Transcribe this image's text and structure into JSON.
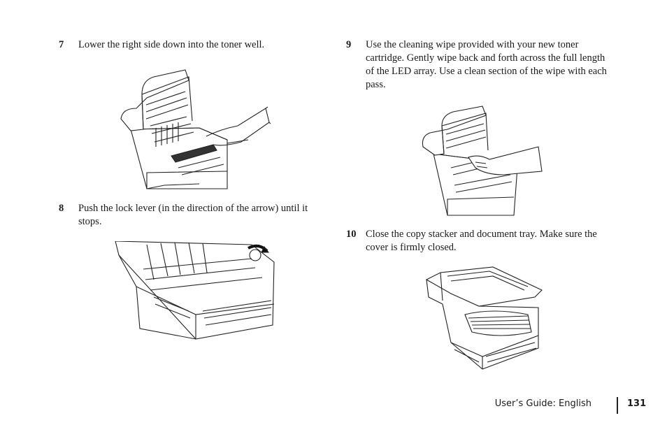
{
  "steps": [
    {
      "number": "7",
      "text": "Lower the right side down into the toner well."
    },
    {
      "number": "8",
      "text": "Push the lock lever (in the direction of the arrow) until it stops."
    },
    {
      "number": "9",
      "text": "Use the cleaning wipe provided with your new toner cartridge.  Gently wipe back and forth across the full length of the LED array.  Use a clean section of the wipe with each pass."
    },
    {
      "number": "10",
      "text": "Close the copy stacker and document tray.  Make sure the cover is firmly closed."
    }
  ],
  "footer": {
    "guide_label": "User’s Guide:  English",
    "page_number": "131"
  }
}
